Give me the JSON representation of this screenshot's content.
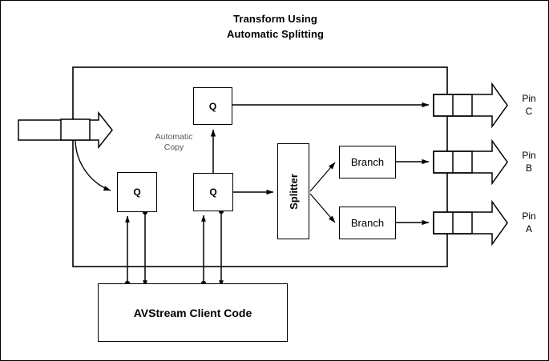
{
  "diagram": {
    "title_line1": "Transform Using",
    "title_line2": "Automatic Splitting",
    "annotation": {
      "automatic_copy_line1": "Automatic",
      "automatic_copy_line2": "Copy"
    },
    "nodes": {
      "queue_copy": "Q",
      "queue_input": "Q",
      "queue_main": "Q",
      "splitter": "Splitter",
      "branch_top": "Branch",
      "branch_bottom": "Branch",
      "client_code": "AVStream Client Code"
    },
    "pins": [
      {
        "name": "Pin C",
        "label_line1": "Pin",
        "label_line2": "C"
      },
      {
        "name": "Pin B",
        "label_line1": "Pin",
        "label_line2": "B"
      },
      {
        "name": "Pin A",
        "label_line1": "Pin",
        "label_line2": "A"
      }
    ],
    "colors": {
      "stroke": "#000000",
      "background": "#ffffff",
      "annotation_text": "#595959"
    }
  }
}
